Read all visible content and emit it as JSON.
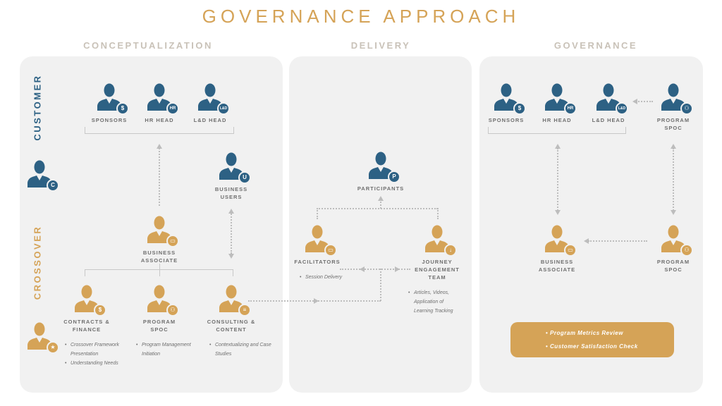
{
  "title": "GOVERNANCE APPROACH",
  "columns": {
    "conceptualization": "CONCEPTUALIZATION",
    "delivery": "DELIVERY",
    "governance": "GOVERNANCE"
  },
  "colors": {
    "customer_blue": "#2d6184",
    "crossover_gold": "#d5a357",
    "panel_bg": "#f1f1f1",
    "label_gray": "#6f6f6f",
    "column_header_gray": "#c9c2b8"
  },
  "legend": {
    "customer": {
      "label": "CUSTOMER",
      "badge": "C"
    },
    "crossover": {
      "label": "CROSSOVER",
      "badge": "★"
    }
  },
  "conceptualization": {
    "sponsors": {
      "label": "SPONSORS",
      "badge": "$"
    },
    "hr_head": {
      "label": "HR HEAD",
      "badge": "HR"
    },
    "ld_head": {
      "label": "L&D HEAD",
      "badge": "L&D"
    },
    "business_users": {
      "label": "BUSINESS USERS",
      "badge": "U"
    },
    "business_associate": {
      "label": "BUSINESS ASSOCIATE",
      "badge": "▭"
    },
    "contracts_finance": {
      "label": "CONTRACTS & FINANCE",
      "badge": "$",
      "bullets": [
        "Crossover Framework Presentation",
        "Understanding Needs"
      ]
    },
    "program_spoc": {
      "label": "PROGRAM SPOC",
      "badge": "⚇",
      "bullets": [
        "Program Management Initiation"
      ]
    },
    "consulting_content": {
      "label": "CONSULTING & CONTENT",
      "badge": "≡",
      "bullets": [
        "Contextualizing and Case Studies"
      ]
    }
  },
  "delivery": {
    "participants": {
      "label": "PARTICIPANTS",
      "badge": "P"
    },
    "facilitators": {
      "label": "FACILITATORS",
      "badge": "▭",
      "bullets": [
        "Session Delivery"
      ]
    },
    "journey_team": {
      "label": "JOURNEY ENGAGEMENT TEAM",
      "badge": "↓",
      "bullets": [
        "Articles, Videos, Application of Learning Tracking"
      ]
    }
  },
  "governance": {
    "sponsors": {
      "label": "SPONSORS",
      "badge": "$"
    },
    "hr_head": {
      "label": "HR HEAD",
      "badge": "HR"
    },
    "ld_head": {
      "label": "L&D HEAD",
      "badge": "L&D"
    },
    "program_spoc_customer": {
      "label": "PROGRAM SPOC",
      "badge": "⚇"
    },
    "business_associate": {
      "label": "BUSINESS ASSOCIATE",
      "badge": "▭"
    },
    "program_spoc_crossover": {
      "label": "PROGRAM SPOC",
      "badge": "⚇"
    },
    "metrics": [
      "Program Metrics Review",
      "Customer Satisfaction Check"
    ]
  }
}
